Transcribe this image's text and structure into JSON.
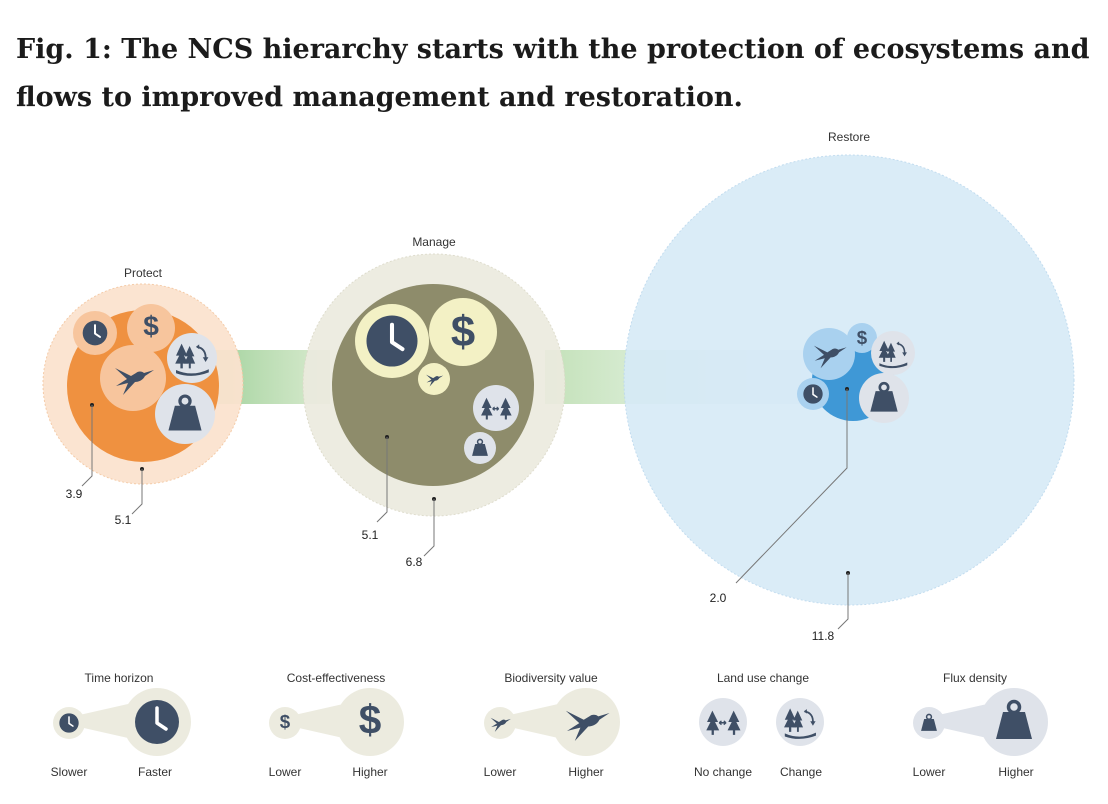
{
  "title": "Fig. 1: The NCS hierarchy starts with the protection of ecosystems and flows to improved management and restoration.",
  "groups": {
    "protect": {
      "label": "Protect",
      "inner_value": "3.9",
      "outer_value": "5.1"
    },
    "manage": {
      "label": "Manage",
      "inner_value": "5.1",
      "outer_value": "6.8"
    },
    "restore": {
      "label": "Restore",
      "inner_value": "2.0",
      "outer_value": "11.8"
    }
  },
  "legend": [
    {
      "title": "Time horizon",
      "low": "Slower",
      "high": "Faster",
      "icon": "clock-icon"
    },
    {
      "title": "Cost-effectiveness",
      "low": "Lower",
      "high": "Higher",
      "icon": "dollar-icon"
    },
    {
      "title": "Biodiversity value",
      "low": "Lower",
      "high": "Higher",
      "icon": "hummingbird-icon"
    },
    {
      "title": "Land use change",
      "low": "No change",
      "high": "Change",
      "icon": "trees-icon"
    },
    {
      "title": "Flux density",
      "low": "Lower",
      "high": "Higher",
      "icon": "weight-icon"
    }
  ],
  "colors": {
    "protect_outer": "#fbe3cf",
    "protect_inner": "#ef9140",
    "manage_outer": "#ecebdf",
    "manage_inner": "#8e8c6b",
    "restore_outer": "#d6eaf7",
    "restore_inner": "#3f98d6",
    "icon": "#3f4f66",
    "flow": "#7cc07b"
  }
}
